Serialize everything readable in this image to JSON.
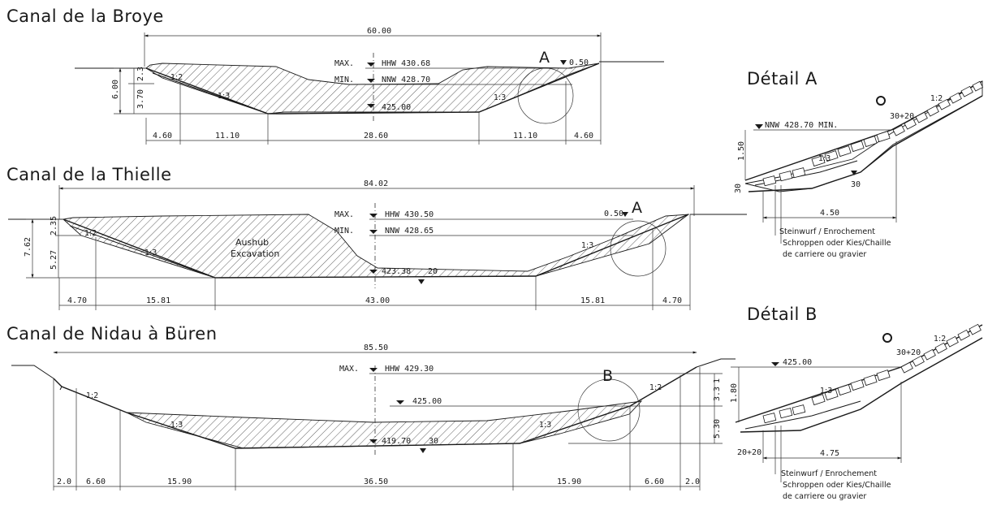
{
  "broye": {
    "title": "Canal de la Broye",
    "total_width": "60.00",
    "max_label": "MAX.",
    "hhw": "HHW 430.68",
    "min_label": "MIN.",
    "nnw": "NNW 428.70",
    "bottom": "425.00",
    "freeboard": "0.50",
    "detail_mark": "A",
    "height_total": "6.00",
    "height_upper": "2.3",
    "height_lower": "3.70",
    "slope_bank": "1:2",
    "slope_left": "1:3",
    "slope_right": "1:3",
    "widths": [
      "4.60",
      "11.10",
      "28.60",
      "11.10",
      "4.60"
    ]
  },
  "thielle": {
    "title": "Canal de la Thielle",
    "total_width": "84.02",
    "max_label": "MAX.",
    "hhw": "HHW 430.50",
    "min_label": "MIN.",
    "nnw": "NNW 428.65",
    "bottom": "423.38",
    "bottom_extra": "20",
    "freeboard": "0.50",
    "detail_mark": "A",
    "height_total": "7.62",
    "height_upper": "2.35",
    "height_lower": "5.27",
    "slope_bank": "1:2",
    "slope_left": "1:3",
    "slope_right": "1:3",
    "aushub": "Aushub",
    "excavation": "Excavation",
    "widths": [
      "4.70",
      "15.81",
      "43.00",
      "15.81",
      "4.70"
    ]
  },
  "nidau": {
    "title": "Canal de Nidau à Büren",
    "total_width": "85.50",
    "max_label": "MAX.",
    "hhw": "HHW 429.30",
    "level_mid": "425.00",
    "bottom": "419.70",
    "bottom_extra": "30",
    "detail_mark": "B",
    "height_right_top": "1",
    "height_right_mid": "3.3",
    "height_right_total": "5.30",
    "slope_left": "1:2",
    "slope_right": "1:2",
    "slope_mid_left": "1:3",
    "slope_mid_right": "1:3",
    "widths": [
      "2.0",
      "6.60",
      "15.90",
      "36.50",
      "15.90",
      "6.60",
      "2.0"
    ]
  },
  "detail_a": {
    "title": "Détail A",
    "nnw": "NNW 428.70 MIN.",
    "height": "1.50",
    "toe": "30",
    "toe_right": "30",
    "width": "4.50",
    "slope_face": "1:3",
    "slope_top": "1:2",
    "layer": "30+20",
    "caption_1": "Steinwurf / Enrochement",
    "caption_2": "Schroppen oder Kies/Chaille",
    "caption_3": "de carriere ou gravier"
  },
  "detail_b": {
    "title": "Détail B",
    "level": "425.00",
    "height": "1.80",
    "toe": "20+20",
    "width": "4.75",
    "slope_face": "1:3",
    "slope_top": "1:2",
    "layer": "30+20",
    "caption_1": "Steinwurf / Enrochement",
    "caption_2": "Schroppen oder Kies/Chaille",
    "caption_3": "de carriere ou gravier"
  },
  "colors": {
    "ink": "#1a1a1a",
    "paper": "#ffffff"
  }
}
